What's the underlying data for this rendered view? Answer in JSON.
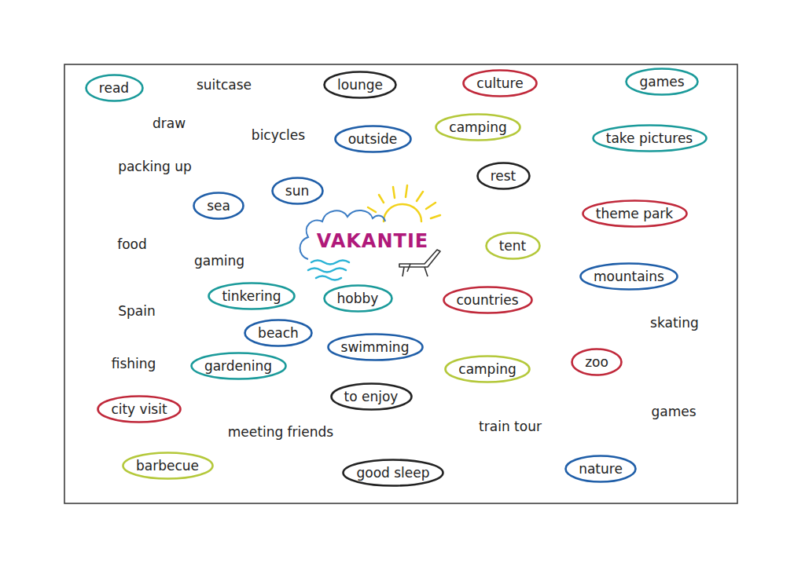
{
  "diagram": {
    "title": "VAKANTIE",
    "nodes": [
      {
        "text": [
          "read"
        ]
      },
      {
        "text": [
          "lounge"
        ]
      },
      {
        "text": [
          "culture"
        ]
      },
      {
        "text": [
          "games"
        ]
      },
      {
        "text": [
          "camping"
        ]
      },
      {
        "text": [
          "outside"
        ]
      },
      {
        "text": [
          "take pictures"
        ]
      },
      {
        "text": [
          "rest"
        ]
      },
      {
        "text": [
          "sun"
        ]
      },
      {
        "text": [
          "sea"
        ]
      },
      {
        "text": [
          "theme park"
        ]
      },
      {
        "text": [
          "tent"
        ]
      },
      {
        "text": [
          "mountains"
        ]
      },
      {
        "text": [
          "tinkering"
        ]
      },
      {
        "text": [
          "hobby"
        ]
      },
      {
        "text": [
          "countries"
        ]
      },
      {
        "text": [
          "beach"
        ]
      },
      {
        "text": [
          "swimming"
        ]
      },
      {
        "text": [
          "gardening"
        ]
      },
      {
        "text": [
          "camping"
        ]
      },
      {
        "text": [
          "zoo"
        ]
      },
      {
        "text": [
          "city visit"
        ]
      },
      {
        "text": [
          "to enjoy"
        ]
      },
      {
        "text": [
          "good sleep"
        ]
      },
      {
        "text": [
          "barbecue"
        ]
      },
      {
        "text": [
          "nature"
        ]
      }
    ],
    "labels": [
      "suitcase",
      "draw",
      "bicycles",
      "packing up",
      "food",
      "gaming",
      "Spain",
      "skating",
      "fishing",
      "meeting friends",
      "train tour",
      "games"
    ]
  }
}
